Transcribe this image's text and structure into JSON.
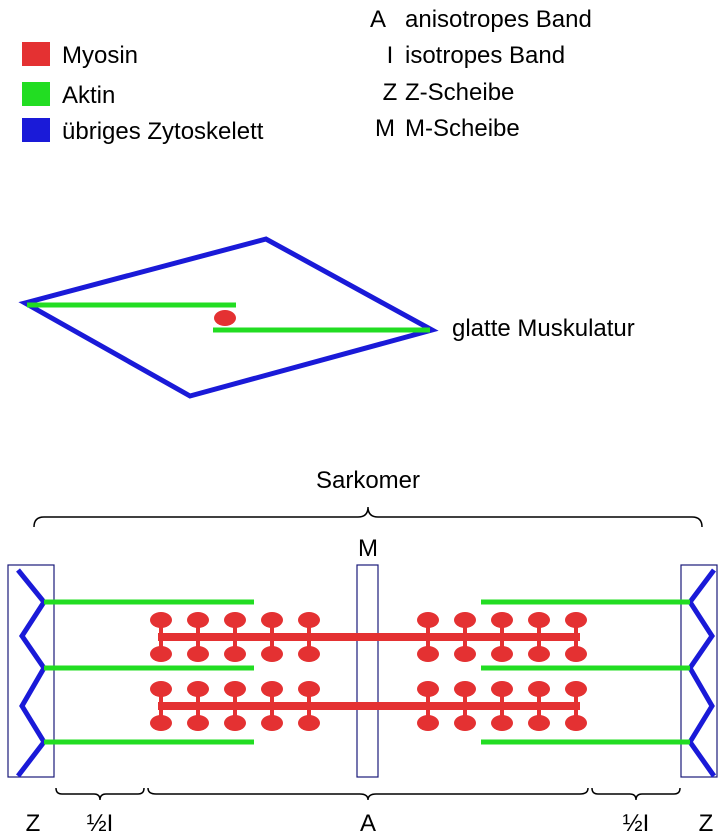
{
  "legend": {
    "items": [
      {
        "label": "Myosin",
        "color": "#e43132"
      },
      {
        "label": "Aktin",
        "color": "#22dd22"
      },
      {
        "label": "übriges Zytoskelett",
        "color": "#1a1ad8"
      }
    ]
  },
  "abbreviations": [
    {
      "key": "A",
      "text": "anisotropes Band"
    },
    {
      "key": "I",
      "text": "isotropes Band"
    },
    {
      "key": "Z",
      "text": "Z-Scheibe"
    },
    {
      "key": "M",
      "text": "M-Scheibe"
    }
  ],
  "smooth_muscle": {
    "label": "glatte Muskulatur"
  },
  "sarcomere": {
    "title": "Sarkomer",
    "m_label": "M",
    "bottom_labels": {
      "z_left": "Z",
      "half_i_left": "½I",
      "a": "A",
      "half_i_right": "½I",
      "z_right": "Z"
    }
  }
}
